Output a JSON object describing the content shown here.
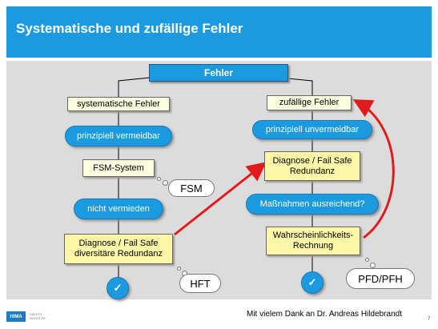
{
  "title": "Systematische und zufällige Fehler",
  "root": "Fehler",
  "left": {
    "node1": "systematische Fehler",
    "pill1": "prinzipiell vermeidbar",
    "node2": "FSM-System",
    "pill2": "nicht vermieden",
    "node3_line1": "Diagnose / Fail Safe",
    "node3_line2": "diversitäre Redundanz",
    "check": "✓"
  },
  "right": {
    "node1": "zufällige Fehler",
    "pill1": "prinzipiell unvermeidbar",
    "node2_line1": "Diagnose / Fail Safe",
    "node2_line2": "Redundanz",
    "pill2": "Maßnahmen ausreichend?",
    "node3_line1": "Wahrscheinlichkeits-",
    "node3_line2": "Rechnung",
    "check": "✓"
  },
  "callouts": {
    "fsm": "FSM",
    "hft": "HFT",
    "pfd": "PFD/PFH"
  },
  "footer": {
    "credit": "Mit vielem Dank an Dr. Andreas Hildebrandt",
    "page": "7",
    "logo": "HIMA",
    "logo_tagline_1": "SAFETY",
    "logo_tagline_2": "NONSTOP"
  },
  "colors": {
    "accent": "#1c9ae0",
    "arrow": "#e01b1b",
    "box": "#fdfde0"
  }
}
